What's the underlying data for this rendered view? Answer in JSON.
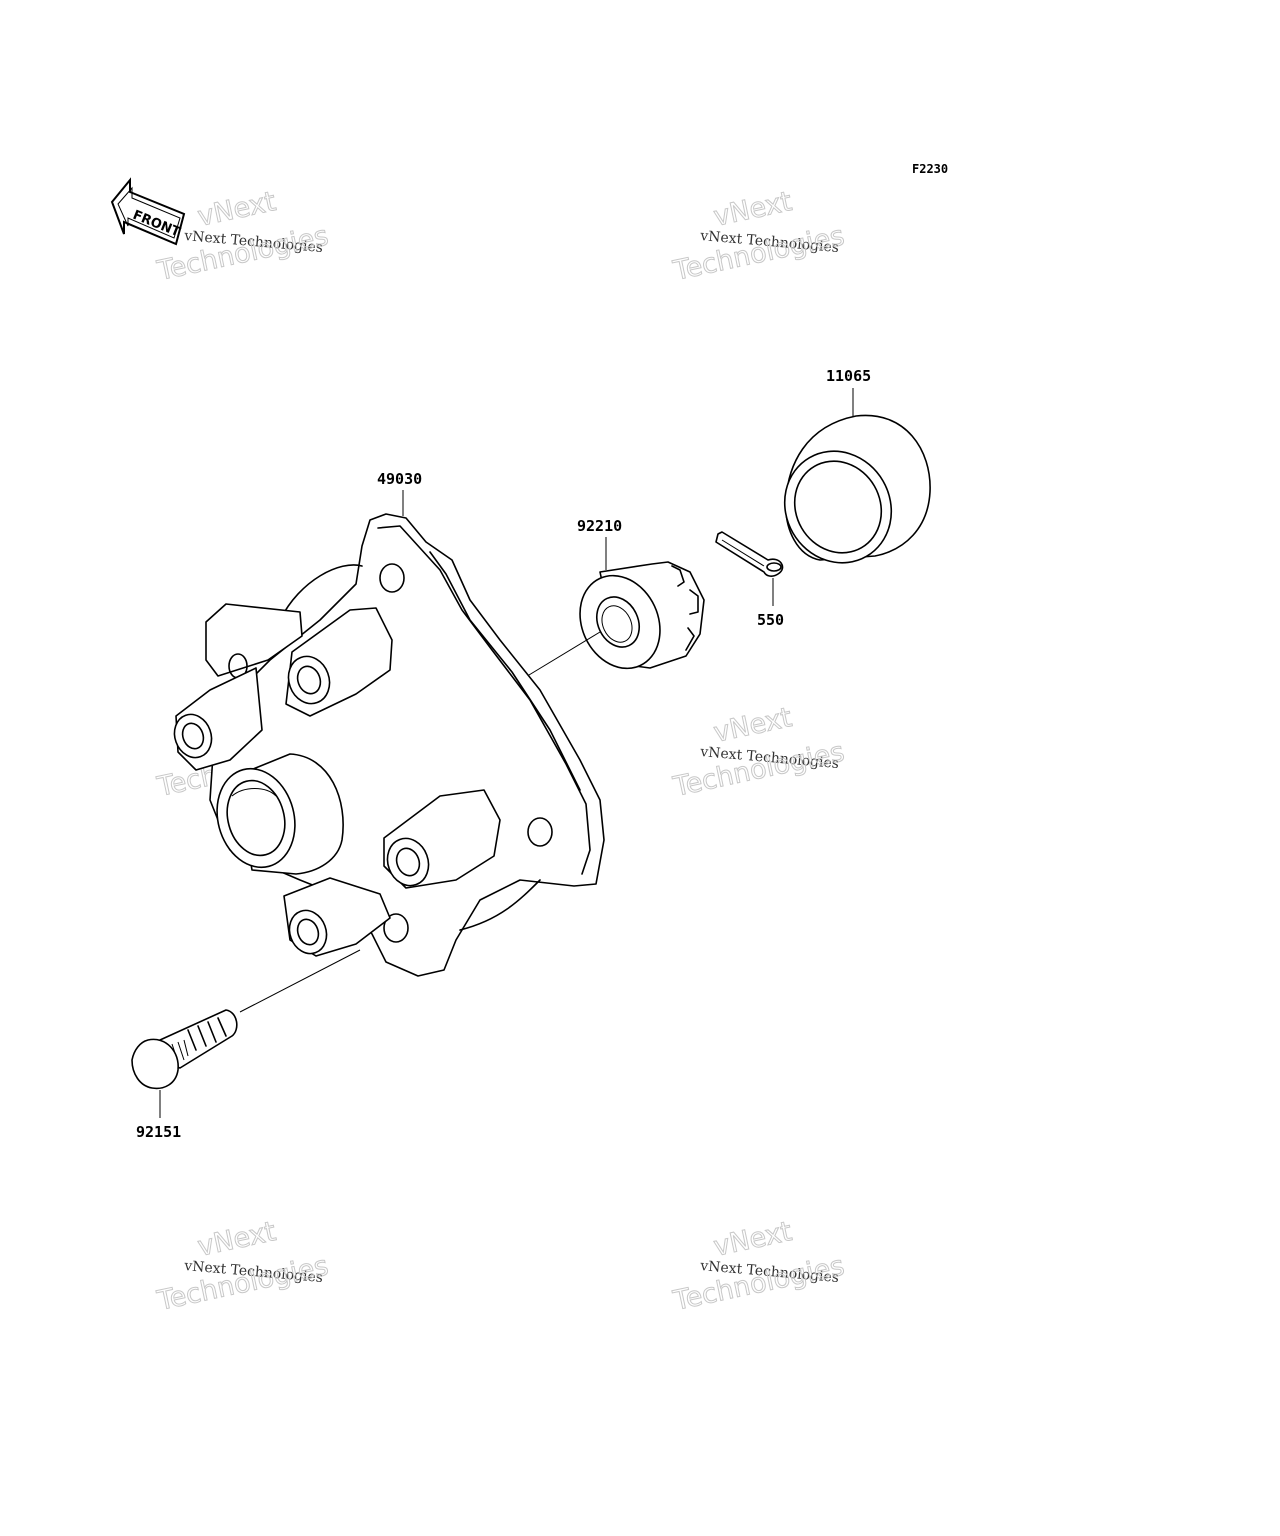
{
  "figure_code": "F2230",
  "front_arrow_label": "FRONT",
  "watermark": {
    "line1": "vNext",
    "line2": "vNext Technologies",
    "line3": "Technologies",
    "line4": "vNext Technologies"
  },
  "parts": [
    {
      "number": "11065",
      "name": "cap"
    },
    {
      "number": "49030",
      "name": "hub"
    },
    {
      "number": "92210",
      "name": "nut"
    },
    {
      "number": "550",
      "name": "cotter-pin"
    },
    {
      "number": "92151",
      "name": "bolt"
    }
  ]
}
